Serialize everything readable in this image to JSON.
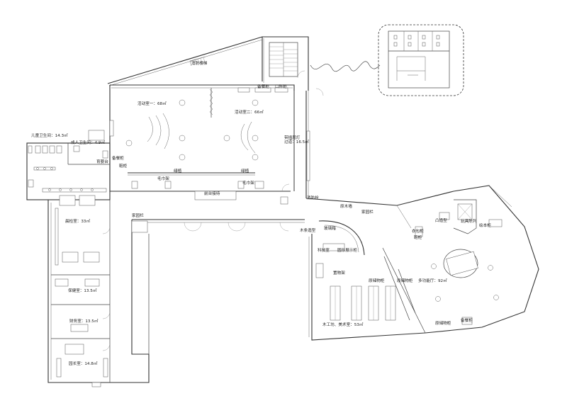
{
  "rooms": {
    "fire_stairs": "消防楼梯",
    "kids_toilet": "儿童卫生间：14.3㎡",
    "adult_toilet": "成人卫生间：4.9㎡",
    "nursery_table": "育婴台",
    "shoe_cabinet_a": "备餐柜",
    "shoe_cabinet_b": "鞋柜",
    "activity_1": "活动室一：68㎡",
    "activity_2": "活动室二：66㎡",
    "cup_cabinet": "口杯柜",
    "spare_cabinet": "备餐柜",
    "towel_rack_1": "毛巾架",
    "towel_rack_2": "毛巾架",
    "green_1": "绿植",
    "green_2": "绿植",
    "reception": "前台接待",
    "corridor": "带插层灯\n过道：16.5㎡",
    "fire_hydrant": "消防栓",
    "wood_wall": "原木墙",
    "family_area": "家园栏",
    "family_area_2": "家园栏",
    "morning_check": "晨检室：33㎡",
    "tree_sculpture": "木条造型",
    "glass_box": "玻璃箱",
    "science_room": "科技室",
    "display_cabinet": "圆形展示柜",
    "storage_rack": "置物架",
    "original_storage_1": "原储物柜",
    "original_storage_2": "原储物柜",
    "health_room": "保健室：13.5㎡",
    "finance_room": "财务室：13.5㎡",
    "carpentry": "木工坊、美术室：53㎡",
    "multi_hall": "多功能厅：92㎡",
    "principal": "园长室：14.8㎡",
    "storage_box": "原储物柜",
    "spare_box": "备餐柜",
    "shoe_cab_c": "鞋柜",
    "shoe_cab_d": "衣包柜",
    "door_rack": "凸造型",
    "toy_shelf": "玩具陈列",
    "book_shelf": "绘本柜"
  },
  "colors": {
    "wall": "#333333",
    "furniture": "#555555",
    "background": "#ffffff"
  }
}
